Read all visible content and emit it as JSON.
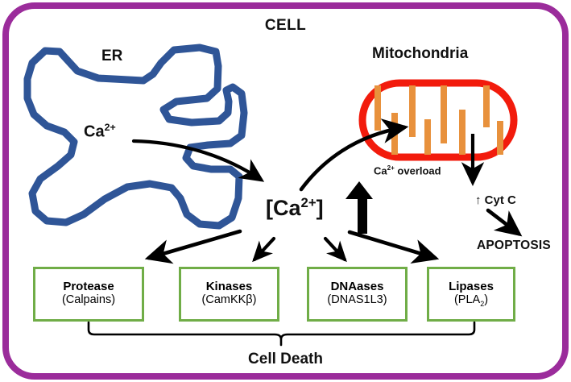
{
  "diagram": {
    "title": "CELL",
    "cell_border_color": "#9B2C9B",
    "background": "#ffffff"
  },
  "er": {
    "label": "ER",
    "ion_label_base": "Ca",
    "ion_label_sup": "2+",
    "outline_color": "#2F5597"
  },
  "mitochondria": {
    "label": "Mitochondria",
    "overload_base": "Ca",
    "overload_sup": "2+",
    "overload_suffix": " overload",
    "membrane_color": "#F21B0C",
    "cristae_color": "#E8913C"
  },
  "apoptosis_path": {
    "cyt_c": "↑ Cyt C",
    "apoptosis": "APOPTOSIS"
  },
  "center": {
    "bracket_open": "[",
    "ion_base": "Ca",
    "ion_sup": "2+",
    "bracket_close": "]",
    "increase_arrow": "up-arrow-bold"
  },
  "effectors": [
    {
      "name": "Protease",
      "detail_pre": "(Calpains)",
      "detail_sub": "",
      "detail_post": ""
    },
    {
      "name": "Kinases",
      "detail_pre": "(CamKKβ)",
      "detail_sub": "",
      "detail_post": ""
    },
    {
      "name": "DNAases",
      "detail_pre": "(DNAS1L3)",
      "detail_sub": "",
      "detail_post": ""
    },
    {
      "name": "Lipases",
      "detail_pre": "(PLA",
      "detail_sub": "2",
      "detail_post": ")"
    }
  ],
  "outcome": {
    "label": "Cell Death",
    "box_border_color": "#70AD47"
  },
  "arrows": {
    "er_to_cytosol": "curved-arrow",
    "cytosol_to_mito": "curved-arrow",
    "mito_to_cytc": "down-arrow",
    "cytc_to_apoptosis": "diagonal-arrow",
    "cytosol_to_effectors": "four-arrows"
  }
}
